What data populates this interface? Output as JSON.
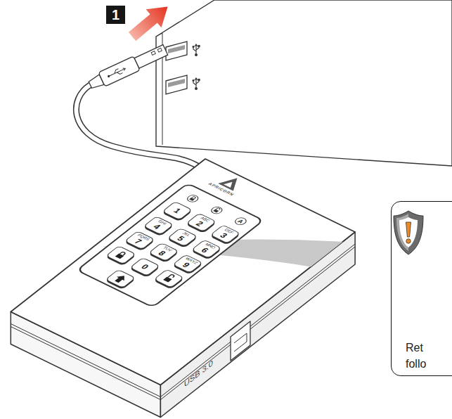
{
  "diagram": {
    "nodes": [
      {
        "text": [
          "1"
        ]
      },
      {
        "text": [
          "A"
        ]
      },
      {
        "text": [
          "1"
        ]
      },
      {
        "text": [
          "ABC",
          "2"
        ]
      },
      {
        "text": [
          "DEF",
          "3"
        ]
      },
      {
        "text": [
          "GHI",
          "4"
        ]
      },
      {
        "text": [
          "JKL",
          "5"
        ]
      },
      {
        "text": [
          "MNO",
          "6"
        ]
      },
      {
        "text": [
          "PQRS",
          "7"
        ]
      },
      {
        "text": [
          "TUV",
          "8"
        ]
      },
      {
        "text": [
          "WXYZ",
          "9"
        ]
      },
      {
        "text": [
          "0"
        ]
      },
      {
        "text": [
          "Ret follo"
        ]
      }
    ],
    "labels": [
      "APRICORN",
      "USB 3.0"
    ]
  }
}
